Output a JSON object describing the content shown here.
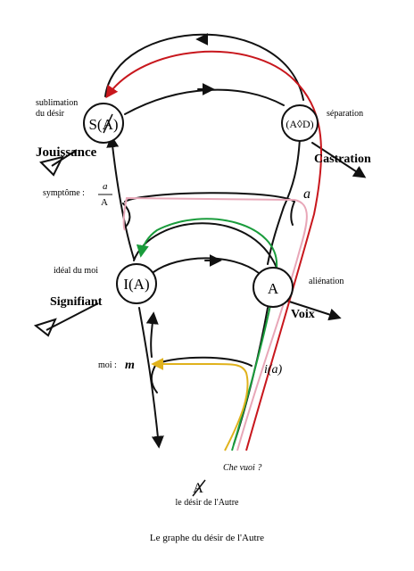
{
  "title": "Le graphe du désir de l'Autre",
  "nodes": {
    "s_barred_a": "S(A)",
    "a_losange_d": "(A◊D)",
    "i_a": "I(A)",
    "a": "A"
  },
  "labels": {
    "sublimation_line1": "sublimation",
    "sublimation_line2": "du désir",
    "separation": "séparation",
    "jouissance": "Jouissance",
    "castration": "Castration",
    "symptome": "symptôme :",
    "symptome_num": "a",
    "symptome_den": "A",
    "a_small": "a",
    "ideal_du_moi": "idéal du moi",
    "alienation": "aliénation",
    "signifiant": "Signifiant",
    "voix": "Voix",
    "moi": "moi :",
    "moi_symbol": "m",
    "i_of_a": "i(a)",
    "che_vuoi": "Che vuoi ?",
    "autre_barre": "A",
    "desir_autre": "le désir de l'Autre"
  },
  "colors": {
    "red": "#c8171d",
    "green": "#1a9c3c",
    "pink": "#e8a7b8",
    "yellow": "#e0b21c",
    "ink": "#111111"
  }
}
